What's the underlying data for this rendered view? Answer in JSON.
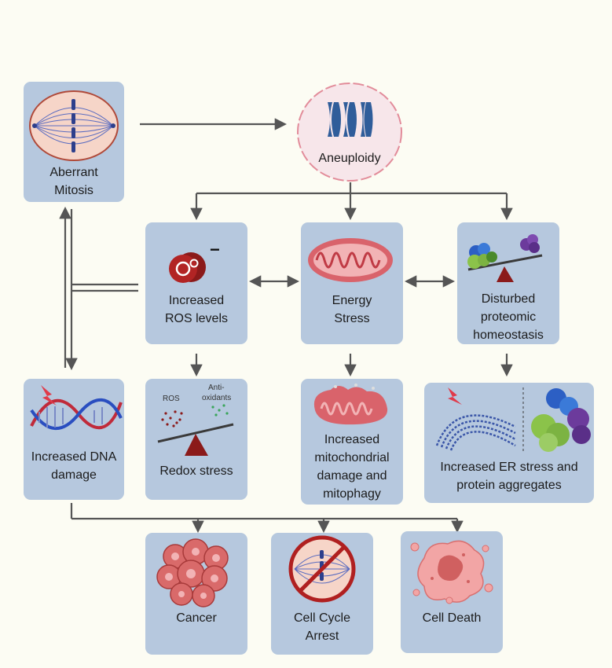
{
  "nodes": {
    "aberrant_mitosis": "Aberrant\nMitosis",
    "aneuploidy": "Aneuploidy",
    "ros_levels": "Increased\nROS levels",
    "energy_stress": "Energy\nStress",
    "proteomic": "Disturbed\nproteomic\nhomeostasis",
    "dna_damage": "Increased DNA\ndamage",
    "redox_stress": "Redox stress",
    "mito_damage": "Increased\nmitochondrial\ndamage and\nmitophagy",
    "er_stress": "Increased ER stress and\nprotein aggregates",
    "cancer": "Cancer",
    "cell_cycle_arrest": "Cell Cycle\nArrest",
    "cell_death": "Cell Death"
  },
  "icon_text": {
    "ros": "ROS",
    "anti_oxidants_1": "Anti-",
    "anti_oxidants_2": "oxidants",
    "superoxide_charge": "−"
  },
  "colors": {
    "box": "#b6c8de",
    "background": "#fcfcf3",
    "arrow": "#555555",
    "mito": "#d9636b",
    "chromosome": "#2f5d9a"
  }
}
